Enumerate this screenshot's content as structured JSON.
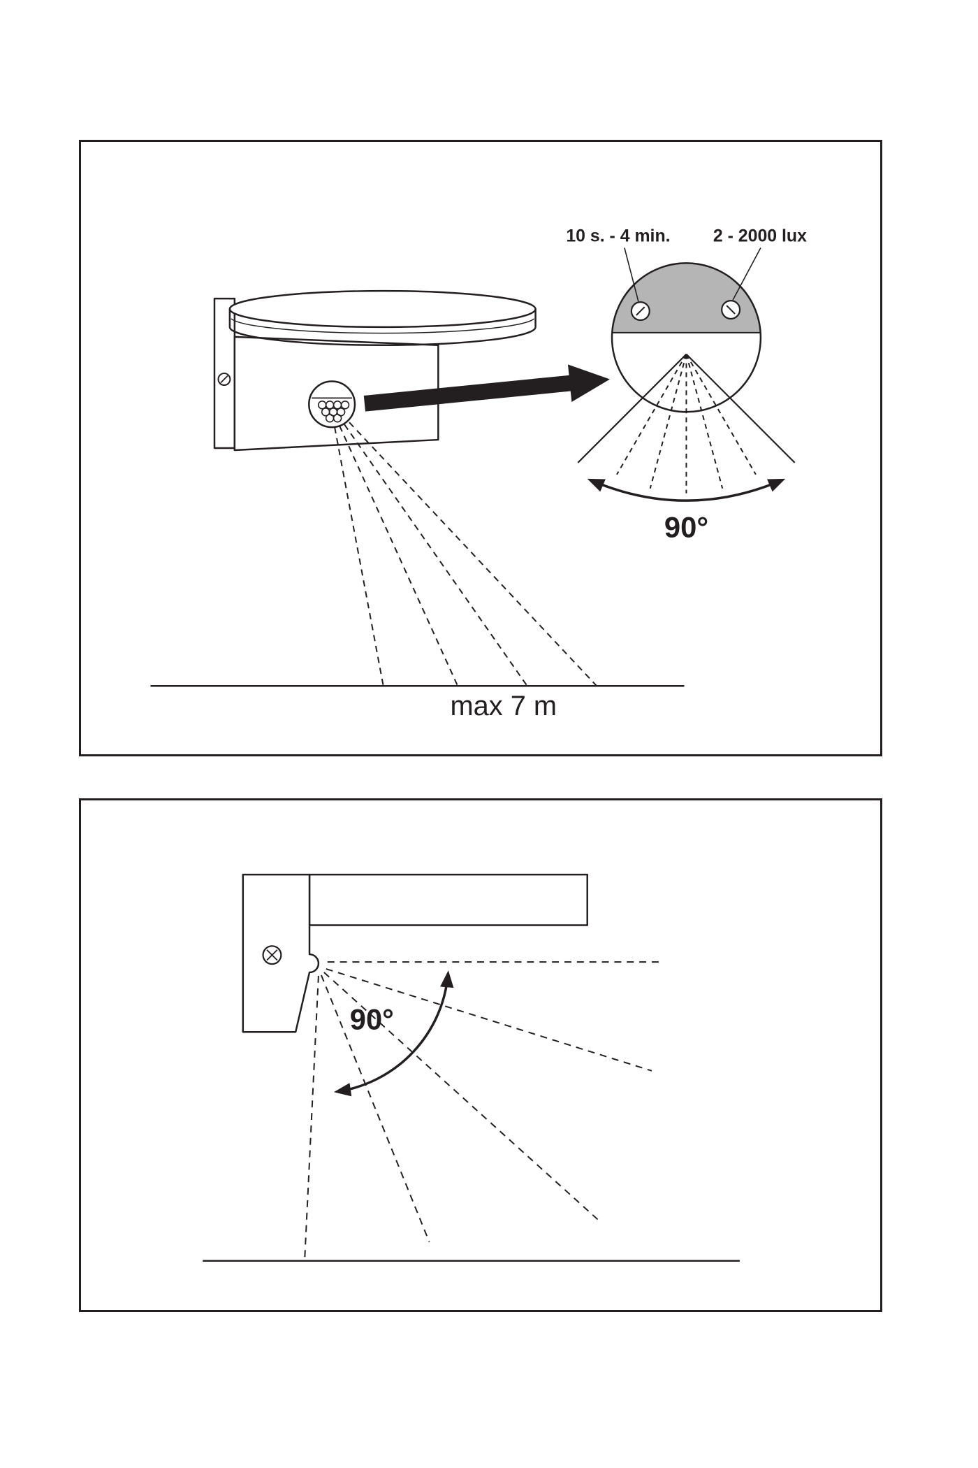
{
  "page": {
    "bg_color": "#ffffff",
    "line_color": "#231f20",
    "sensor_housing_gray": "#b5b5b5"
  },
  "top_panel": {
    "detail": {
      "time_range_label": "10 s. - 4 min.",
      "lux_range_label": "2 - 2000 lux",
      "detection_angle_label": "90°"
    },
    "detection_range_label": "max 7 m"
  },
  "bottom_panel": {
    "tilt_angle_label": "90°"
  }
}
